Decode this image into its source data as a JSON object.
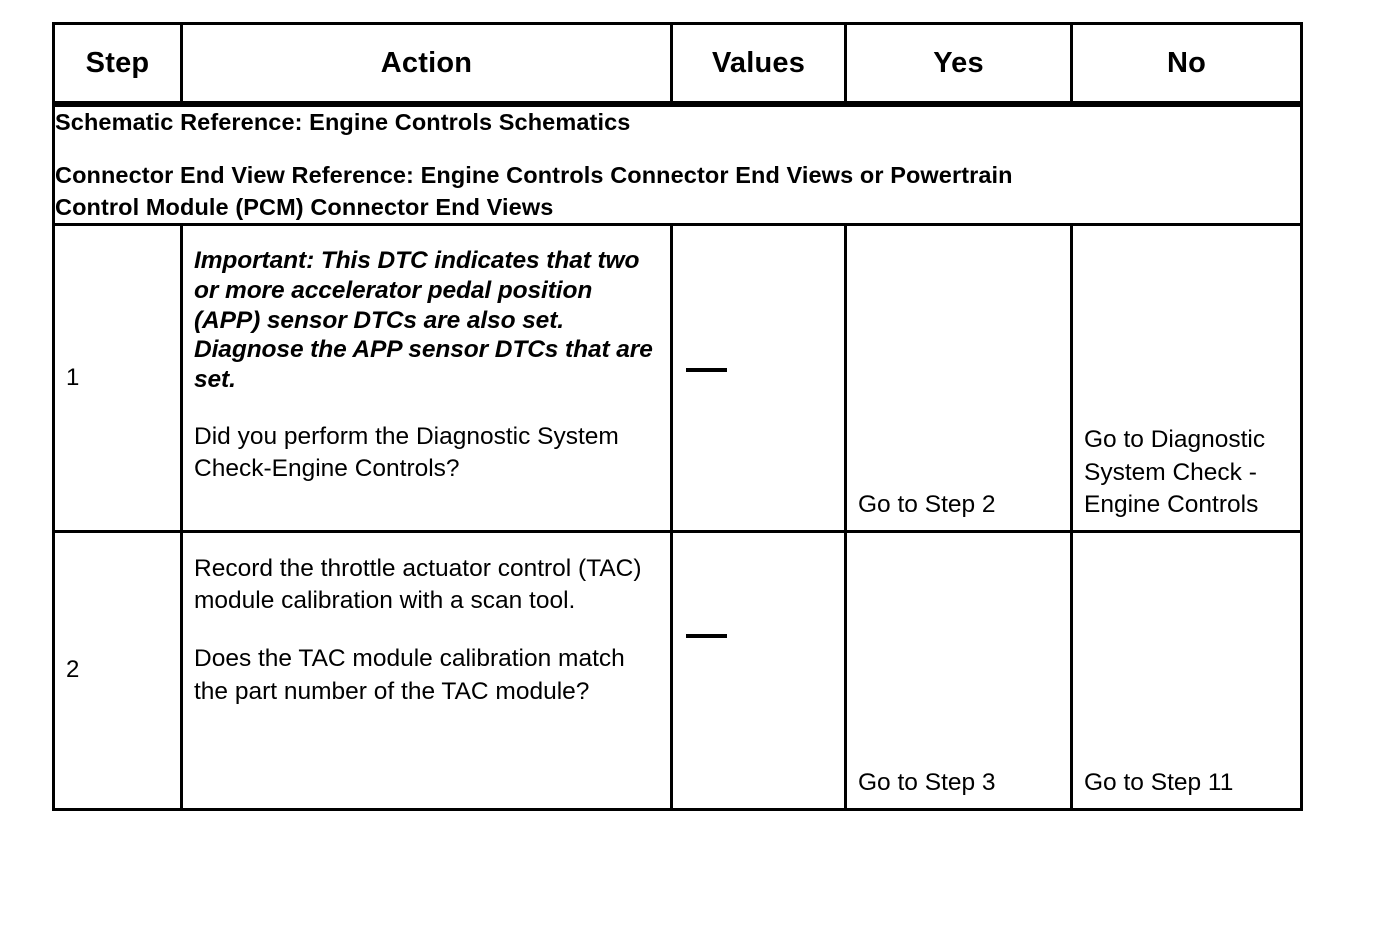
{
  "table": {
    "columns": [
      {
        "key": "step",
        "label": "Step"
      },
      {
        "key": "action",
        "label": "Action"
      },
      {
        "key": "values",
        "label": "Values"
      },
      {
        "key": "yes",
        "label": "Yes"
      },
      {
        "key": "no",
        "label": "No"
      }
    ],
    "reference": {
      "schematic": "Schematic Reference: Engine Controls Schematics",
      "connector": "Connector End View Reference: Engine Controls Connector End Views or Powertrain\nControl Module (PCM) Connector End Views"
    },
    "rows": [
      {
        "step": "1",
        "action": {
          "important": "Important: This DTC indicates that two or more accelerator pedal position (APP) sensor DTCs are also set. Diagnose the APP sensor DTCs that are set.",
          "question": "Did you perform the Diagnostic System Check-Engine Controls?"
        },
        "values": "—",
        "yes": "Go to Step 2",
        "no": "Go to Diagnostic\nSystem Check -\nEngine Controls"
      },
      {
        "step": "2",
        "action": {
          "statement": "Record the throttle actuator control (TAC) module calibration with a scan tool.",
          "question": "Does the TAC module calibration match the part number of the TAC module?"
        },
        "values": "—",
        "yes": "Go to Step 3",
        "no": "Go to Step 11"
      }
    ]
  },
  "colors": {
    "border": "#000000",
    "text": "#000000",
    "background": "#ffffff"
  }
}
